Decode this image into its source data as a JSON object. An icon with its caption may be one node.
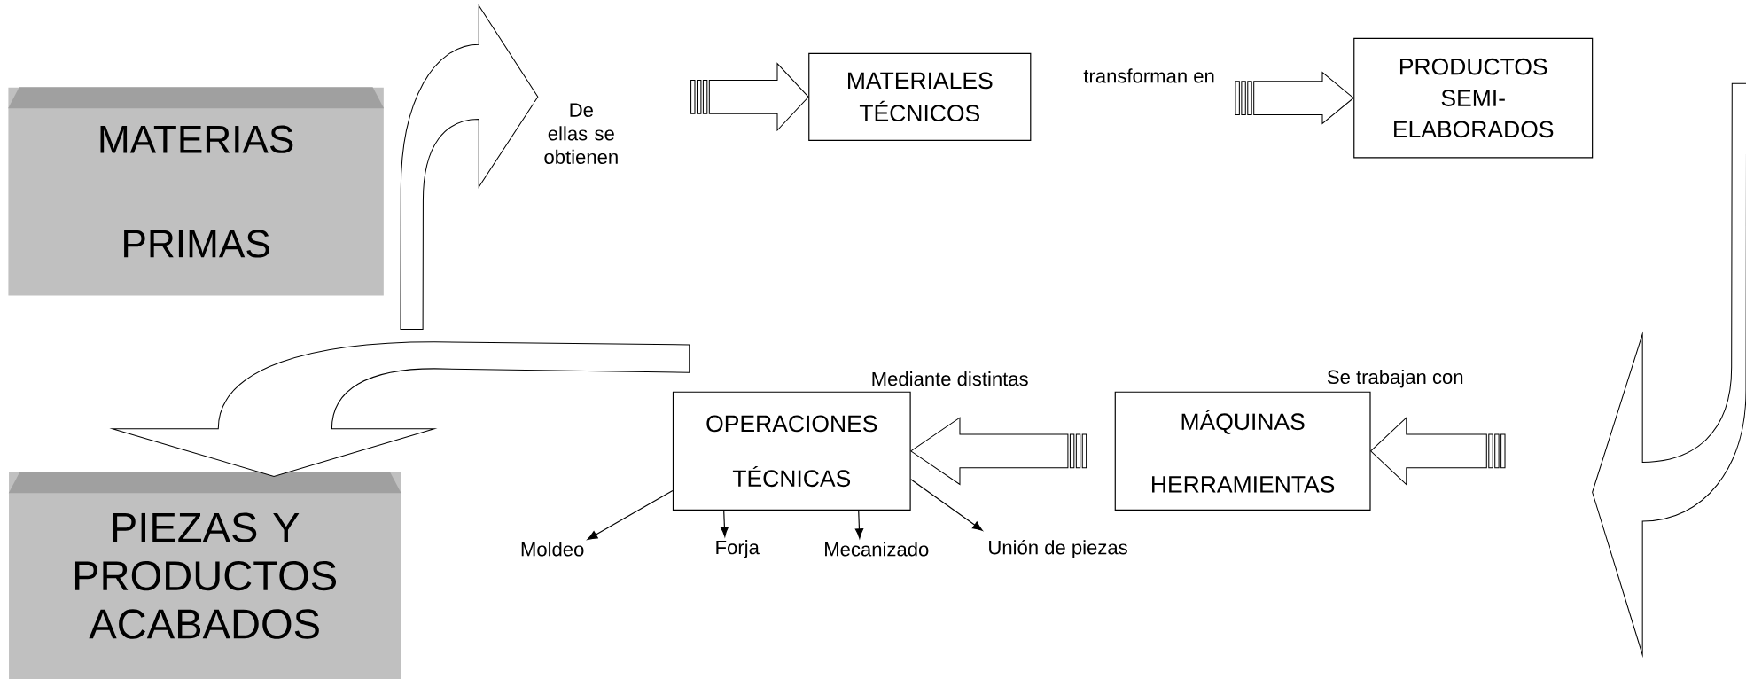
{
  "diagram": {
    "nodes": [
      {
        "text": [
          "MATERIAS PRIMAS"
        ]
      },
      {
        "text": [
          "MATERIALES TÉCNICOS"
        ]
      },
      {
        "text": [
          "PRODUCTOS SEMI-ELABORADOS"
        ]
      },
      {
        "text": [
          "MÁQUINAS HERRAMIENTAS"
        ]
      },
      {
        "text": [
          "OPERACIONES TÉCNICAS"
        ]
      },
      {
        "text": [
          "PIEZAS Y PRODUCTOS ACABADOS"
        ]
      },
      {
        "text": [
          "Moldeo"
        ]
      },
      {
        "text": [
          "Forja"
        ]
      },
      {
        "text": [
          "Mecanizado"
        ]
      },
      {
        "text": [
          "Unión de piezas"
        ]
      }
    ],
    "edges": [
      {
        "from": 0,
        "to": null,
        "arrow": "to",
        "label": "De ellas se obtienen"
      },
      {
        "from": null,
        "to": 1,
        "arrow": "to"
      },
      {
        "from": null,
        "to": 2,
        "arrow": "to",
        "label": "transforman en"
      },
      {
        "from": 2,
        "to": null,
        "arrow": "to"
      },
      {
        "from": null,
        "to": 3,
        "arrow": "to",
        "label": "Se trabajan con"
      },
      {
        "from": 3,
        "to": 4,
        "arrow": "to",
        "label": "Mediante distintas"
      },
      {
        "from": 4,
        "to": 5,
        "arrow": "to"
      },
      {
        "from": 4,
        "to": 6,
        "arrow": "to"
      },
      {
        "from": 4,
        "to": 7,
        "arrow": "to"
      },
      {
        "from": 4,
        "to": 8,
        "arrow": "to"
      },
      {
        "from": 4,
        "to": 9,
        "arrow": "to"
      }
    ]
  }
}
